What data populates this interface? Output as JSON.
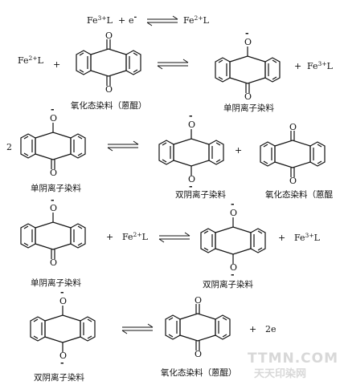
{
  "equations": [
    {
      "terms": [
        "Fe3+L",
        "+",
        "e-",
        "⇌",
        "Fe2+L"
      ]
    },
    {
      "terms": [
        "Fe2+L",
        "+",
        "oxidized-dye",
        "⇌",
        "monoanion-dye",
        "+",
        "Fe3+L"
      ]
    },
    {
      "terms": [
        "2",
        "monoanion-dye",
        "⇌",
        "dianion-dye",
        "+",
        "oxidized-dye"
      ]
    },
    {
      "terms": [
        "monoanion-dye",
        "+",
        "Fe2+L",
        "⇌",
        "dianion-dye",
        "+",
        "Fe3+L"
      ]
    },
    {
      "terms": [
        "dianion-dye",
        "⇌",
        "oxidized-dye",
        "+",
        "2e"
      ]
    }
  ],
  "labels": {
    "oxidized": "氧化态染料（蒽醌）",
    "oxidized_cut": "氧化态染料（蒽醌",
    "mono": "单阴离子染料",
    "di": "双阴离子染料"
  },
  "text": {
    "fe3L_a": "Fe",
    "fe3L_sup": "3+",
    "fe3L_b": "L",
    "fe2L_a": "Fe",
    "fe2L_sup": "2+",
    "fe2L_b": "L",
    "plus": "+",
    "electron": "e",
    "electron_sup": "-",
    "two": "2",
    "two_e": "2e",
    "oxygen": "O",
    "anion_mark": "-"
  },
  "watermark": {
    "line1": "TTMN.COM",
    "line2": "天天印染网"
  }
}
